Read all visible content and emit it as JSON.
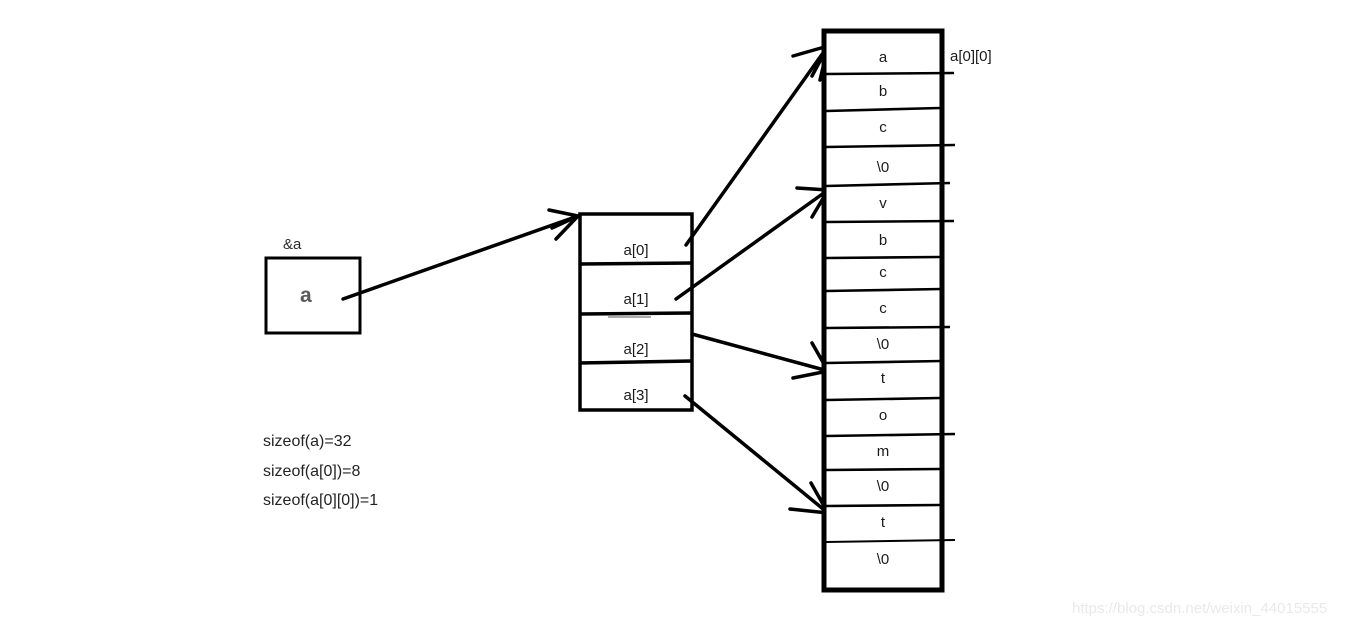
{
  "diagram": {
    "title_watermark": "https://blog.csdn.net/weixin_44015555",
    "left_box": {
      "pointer_label": "&a",
      "inner_label": "a"
    },
    "middle_array": {
      "cells": [
        {
          "label": "a[0]"
        },
        {
          "label": "a[1]"
        },
        {
          "label": "a[2]"
        },
        {
          "label": "a[3]"
        }
      ]
    },
    "right_column": {
      "annotation": "a[0][0]",
      "cells": [
        {
          "value": "a"
        },
        {
          "value": "b"
        },
        {
          "value": "c"
        },
        {
          "value": "\\0"
        },
        {
          "value": "v"
        },
        {
          "value": "b"
        },
        {
          "value": "c"
        },
        {
          "value": "c"
        },
        {
          "value": "\\0"
        },
        {
          "value": "t"
        },
        {
          "value": "o"
        },
        {
          "value": "m"
        },
        {
          "value": "\\0"
        },
        {
          "value": "t"
        },
        {
          "value": "\\0"
        }
      ]
    },
    "notes": [
      "sizeof(a)=32",
      "sizeof(a[0])=8",
      "sizeof(a[0][0])=1"
    ],
    "colors": {
      "ink": "#000000",
      "background": "#ffffff",
      "watermark": "#e9e9e9"
    }
  }
}
